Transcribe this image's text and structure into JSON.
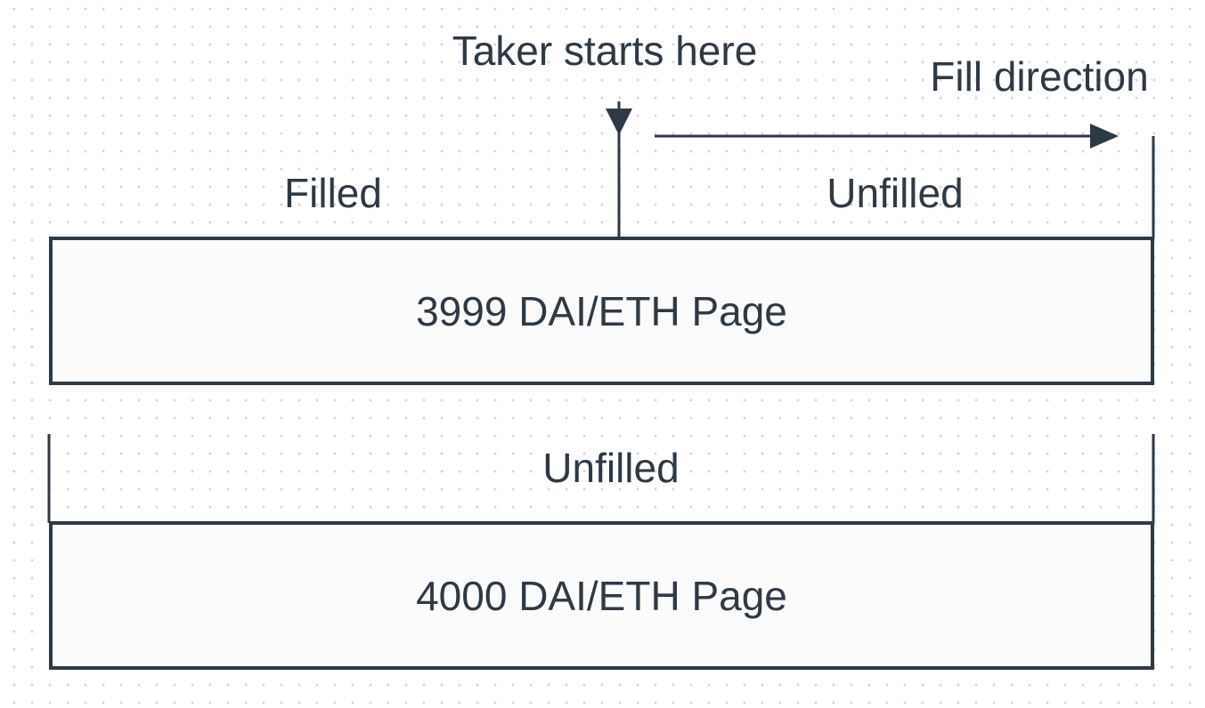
{
  "annotations": {
    "taker_start": "Taker starts here",
    "fill_direction": "Fill direction"
  },
  "pages": [
    {
      "title": "3999 DAI/ETH Page",
      "segments": [
        {
          "label": "Filled"
        },
        {
          "label": "Unfilled"
        }
      ]
    },
    {
      "title": "4000 DAI/ETH Page",
      "segments": [
        {
          "label": "Unfilled"
        }
      ]
    }
  ],
  "colors": {
    "stroke": "#2d3a46",
    "text": "#2d3a46",
    "box_fill": "#fbfbfb",
    "grid_dot": "#d4d4d4"
  }
}
